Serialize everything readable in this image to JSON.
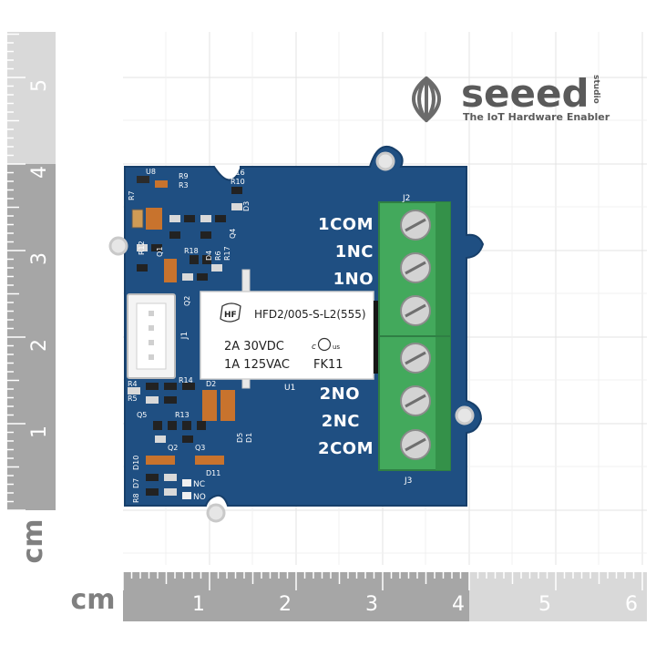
{
  "ruler": {
    "unit_label": "cm",
    "vertical_ticks": [
      "1",
      "2",
      "3",
      "4",
      "5"
    ],
    "horizontal_ticks": [
      "1",
      "2",
      "3",
      "4",
      "5",
      "6"
    ]
  },
  "logo": {
    "brand": "seeed",
    "small": "studio",
    "tagline": "The IoT Hardware Enabler"
  },
  "relay": {
    "model": "HFD2/005-S-L2(555)",
    "rating_1": "2A 30VDC",
    "rating_2": "1A 125VAC",
    "cert": "c",
    "cert_us": "us",
    "code": "FK11",
    "brand_mark": "HF"
  },
  "board": {
    "labels_top": [
      "1COM",
      "1NC",
      "1NO"
    ],
    "labels_bottom": [
      "2NO",
      "2NC",
      "2COM"
    ],
    "j2": "J2",
    "j3": "J3",
    "j1": "J1",
    "u1": "U1",
    "small_nc": "NC",
    "small_no": "NO",
    "refs": [
      "U8",
      "R9",
      "R3",
      "R16",
      "R10",
      "D3",
      "R7",
      "Q4",
      "R12",
      "R6",
      "D4",
      "R17",
      "Q1",
      "R18",
      "Q2",
      "R14",
      "R4",
      "R5",
      "R13",
      "D2",
      "Q5",
      "D5",
      "D1",
      "D10",
      "Q3",
      "D11",
      "R8",
      "D7"
    ]
  },
  "colors": {
    "board": "#1f4f82",
    "terminal": "#3fa35a",
    "relay": "#ffffff",
    "ruler_dark": "#a6a6a6",
    "ruler_light": "#d9d9d9"
  }
}
